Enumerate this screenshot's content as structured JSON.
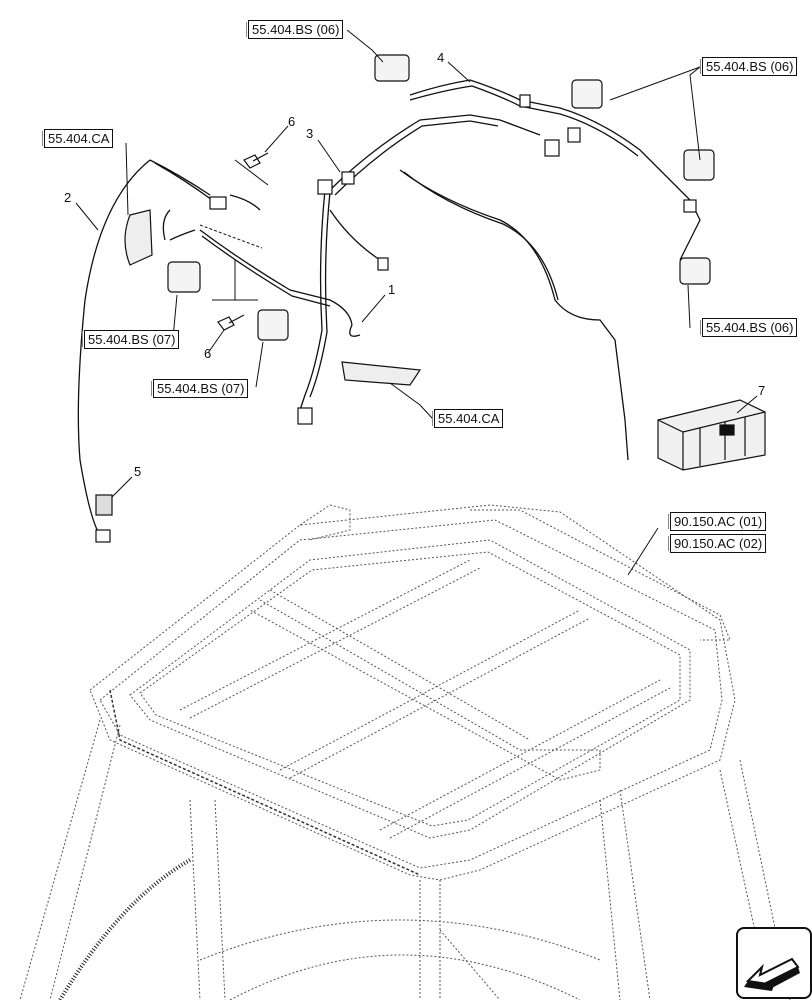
{
  "references": {
    "top_left_bs06": "55.404.BS (06)",
    "top_right_bs06": "55.404.BS (06)",
    "right_bs06": "55.404.BS (06)",
    "left_ca": "55.404.CA",
    "mid_bs07_a": "55.404.BS (07)",
    "mid_bs07_b": "55.404.BS (07)",
    "mid_ca": "55.404.CA",
    "ac01": "90.150.AC (01)",
    "ac02": "90.150.AC (02)"
  },
  "callouts": {
    "c1": "1",
    "c2": "2",
    "c3": "3",
    "c4": "4",
    "c5": "5",
    "c6a": "6",
    "c6b": "6",
    "c7": "7"
  },
  "icons": {
    "navigation": "arrow-icon"
  }
}
